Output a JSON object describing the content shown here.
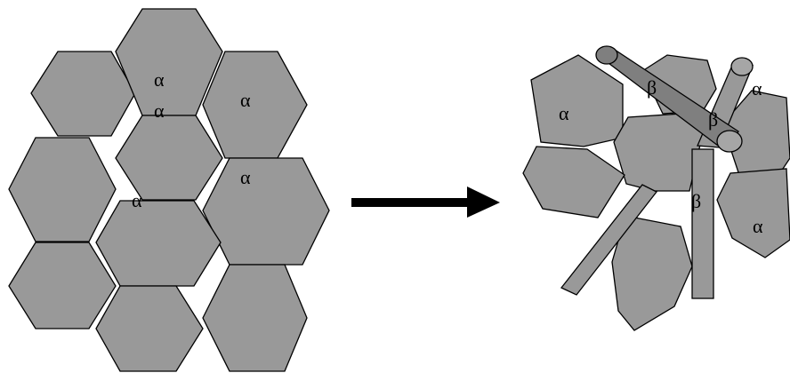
{
  "colors": {
    "cell_fill": "#999999",
    "outline": "#000000",
    "arrow": "#000000"
  },
  "left_panel": {
    "labels": [
      "α",
      "α",
      "α",
      "α",
      "α"
    ]
  },
  "right_panel": {
    "labels": [
      "α",
      "α",
      "α",
      "β",
      "β",
      "β"
    ]
  }
}
